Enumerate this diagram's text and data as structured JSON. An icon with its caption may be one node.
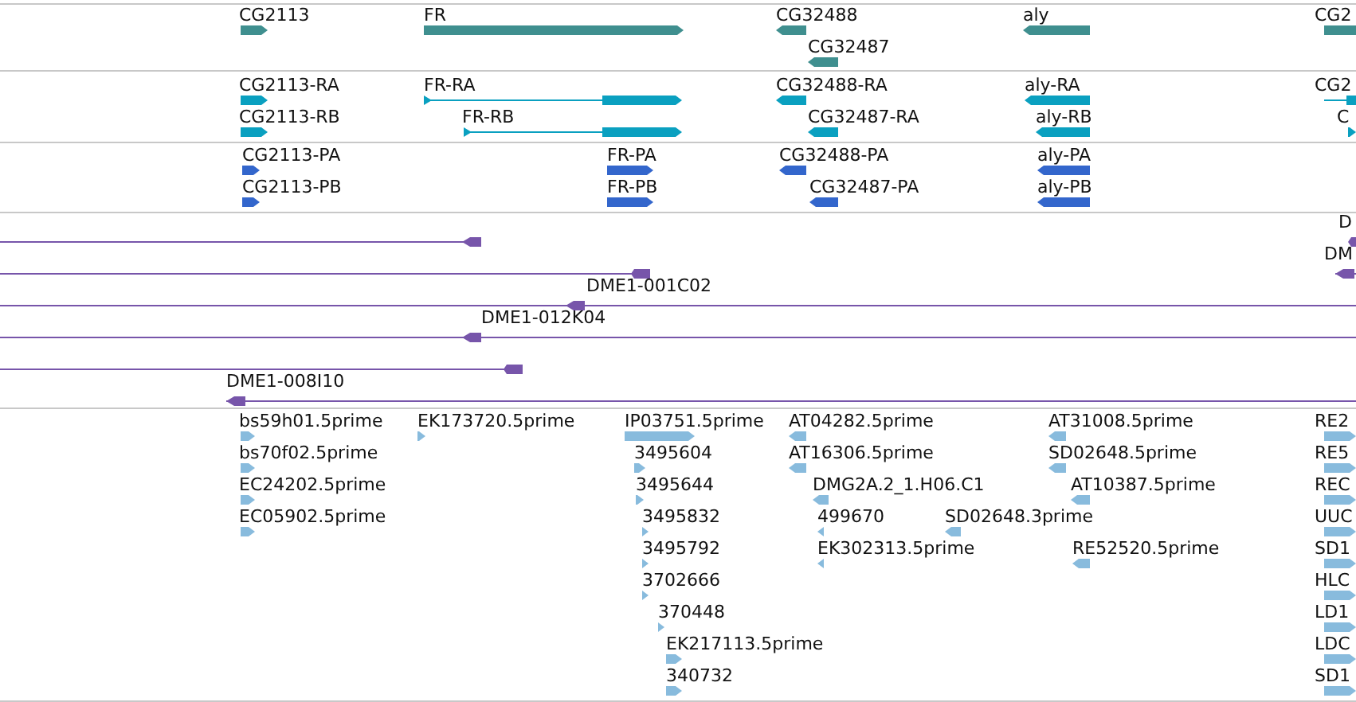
{
  "diagram": {
    "labels": [
      "CG2113",
      "FR",
      "CG32488",
      "aly",
      "CG2",
      "CG32487",
      "CG2113-RA",
      "FR-RA",
      "CG32488-RA",
      "aly-RA",
      "CG2",
      "CG2113-RB",
      "FR-RB",
      "CG32487-RA",
      "aly-RB",
      "C",
      "CG2113-PA",
      "FR-PA",
      "CG32488-PA",
      "aly-PA",
      "CG2113-PB",
      "FR-PB",
      "CG32487-PA",
      "aly-PB",
      "D",
      "DM",
      "DME1-001C02",
      "DME1-012K04",
      "DME1-008I10",
      "bs59h01.5prime",
      "EK173720.5prime",
      "IP03751.5prime",
      "AT04282.5prime",
      "AT31008.5prime",
      "RE2",
      "bs70f02.5prime",
      "3495604",
      "AT16306.5prime",
      "SD02648.5prime",
      "RE5",
      "EC24202.5prime",
      "3495644",
      "DMG2A.2_1.H06.C1",
      "AT10387.5prime",
      "REC",
      "EC05902.5prime",
      "3495832",
      "499670",
      "SD02648.3prime",
      "UUC",
      "3495792",
      "EK302313.5prime",
      "RE52520.5prime",
      "SD1",
      "3702666",
      "HLC",
      "370448",
      "LD1",
      "EK217113.5prime",
      "LDC",
      "340732",
      "SD1"
    ]
  }
}
